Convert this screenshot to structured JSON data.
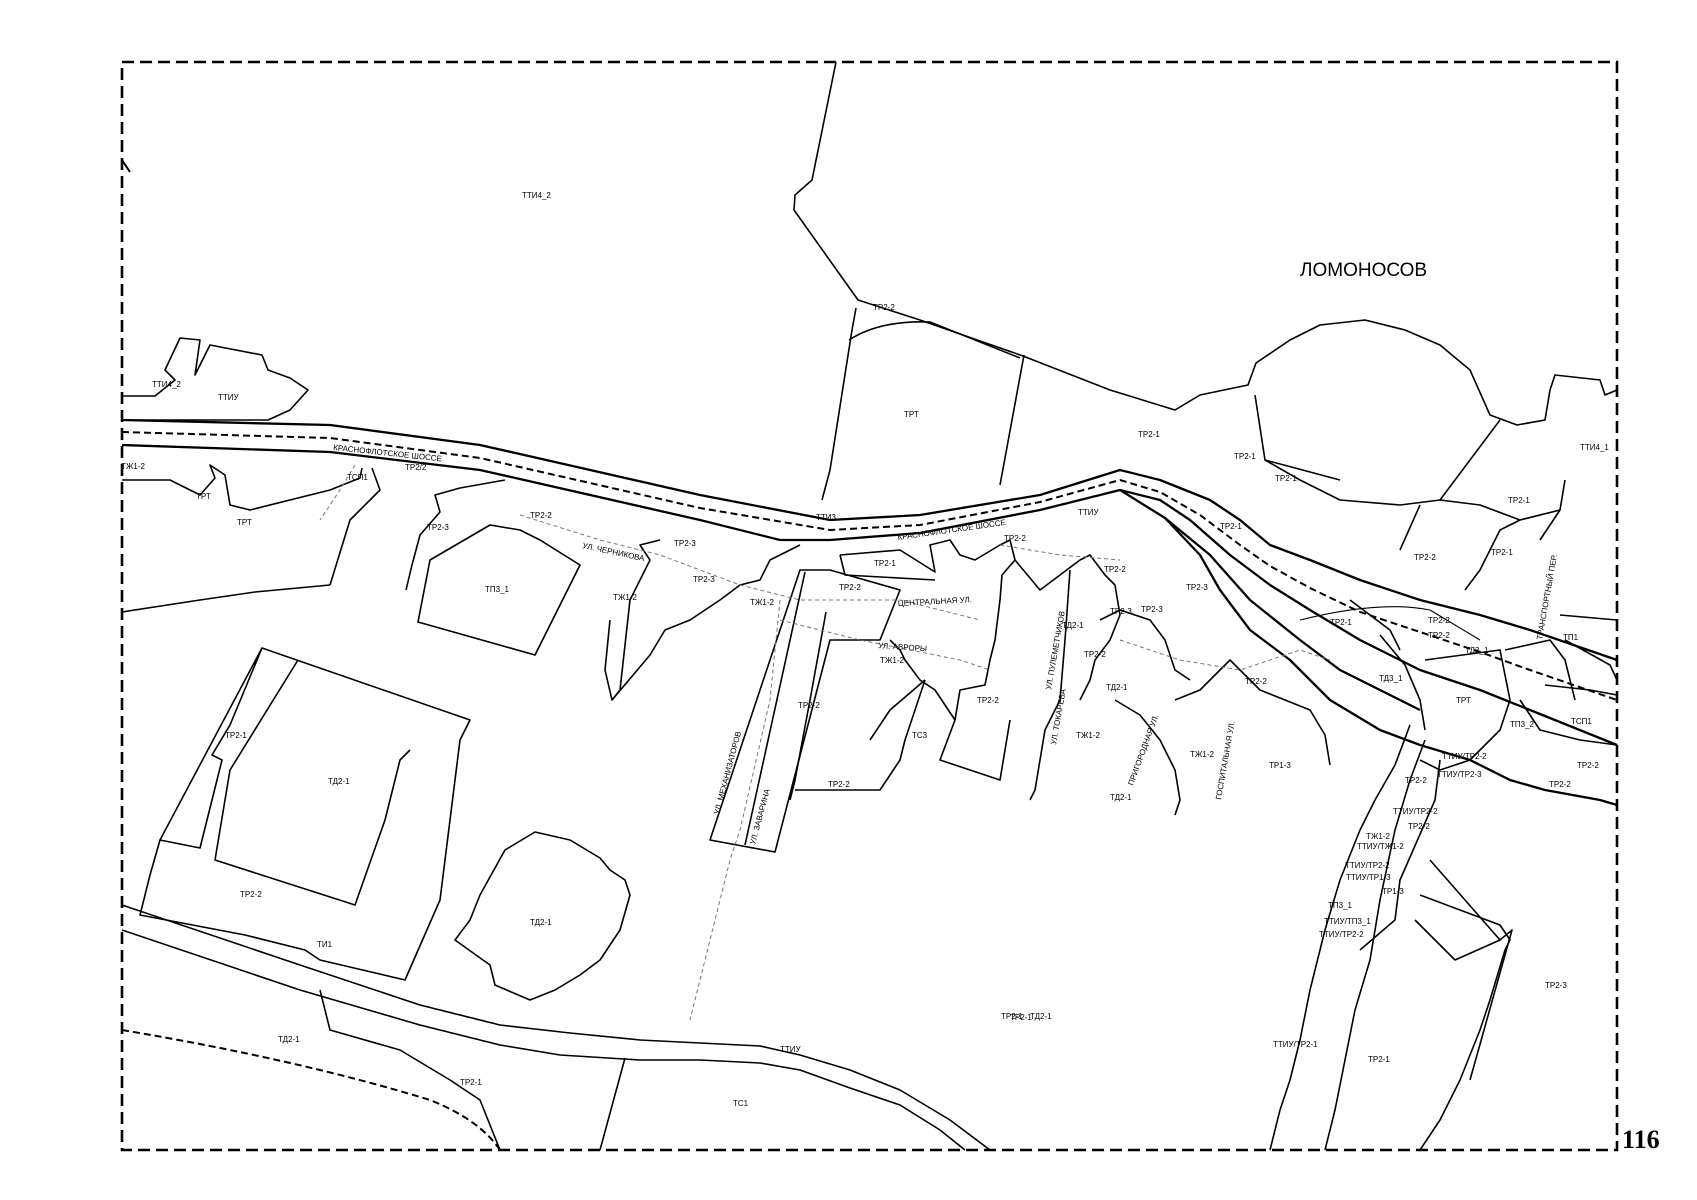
{
  "map": {
    "city_label": "ЛОМОНОСОВ",
    "page_number": "116",
    "zones": [
      {
        "label": "ТТИ4_2"
      },
      {
        "label": "ЛОМОНОСОВ"
      },
      {
        "label": "ТР2-2"
      },
      {
        "label": "ТТИ4_2"
      },
      {
        "label": "ТТИУ"
      },
      {
        "label": "ТРТ"
      },
      {
        "label": "ТР2-1"
      },
      {
        "label": "ТР2-1"
      },
      {
        "label": "ТР2-1"
      },
      {
        "label": "ТТИ4_1"
      },
      {
        "label": "ТЖ1-2"
      },
      {
        "label": "ТСП1"
      },
      {
        "label": "ТР2/2"
      },
      {
        "label": "ТРТ"
      },
      {
        "label": "ТРТ"
      },
      {
        "label": "ТТИ3"
      },
      {
        "label": "ТТИУ"
      },
      {
        "label": "ТР2-1"
      },
      {
        "label": "ТР2-1"
      },
      {
        "label": "ТР2-2"
      },
      {
        "label": "ТР2-3"
      },
      {
        "label": "ТП3_1"
      },
      {
        "label": "ТР2-2"
      },
      {
        "label": "ТР2-3"
      },
      {
        "label": "ТЖ1-2"
      },
      {
        "label": "ТР2-3"
      },
      {
        "label": "ТР2-2"
      },
      {
        "label": "ТЖ1-2"
      },
      {
        "label": "ТР2-1"
      },
      {
        "label": "ТР2-2"
      },
      {
        "label": "ТР2-1"
      },
      {
        "label": "ТР2-2"
      },
      {
        "label": "ТД2-1"
      },
      {
        "label": "ТР2-3"
      },
      {
        "label": "ТР2-3"
      },
      {
        "label": "ТР2-3"
      },
      {
        "label": "ТР2-2"
      },
      {
        "label": "ТД2-1"
      },
      {
        "label": "ТЖ1-2"
      },
      {
        "label": "ТР2-2"
      },
      {
        "label": "ТР2-1"
      },
      {
        "label": "ТР2-2"
      },
      {
        "label": "ТР2-2"
      },
      {
        "label": "ТД3_1"
      },
      {
        "label": "ТП1"
      },
      {
        "label": "ТД3_1"
      },
      {
        "label": "ТРТ"
      },
      {
        "label": "ТП3_2"
      },
      {
        "label": "ТСП1"
      },
      {
        "label": "ТР2-1"
      },
      {
        "label": "ТД2-1"
      },
      {
        "label": "ТР2-2"
      },
      {
        "label": "ТС3"
      },
      {
        "label": "ТР2-2"
      },
      {
        "label": "ТЖ1-2"
      },
      {
        "label": "ТЖ1-2"
      },
      {
        "label": "ТР1-3"
      },
      {
        "label": "ТР2-2"
      },
      {
        "label": "ТТИУ/ТР2-2"
      },
      {
        "label": "ТТИУ/ТР2-3"
      },
      {
        "label": "ТР2-2"
      },
      {
        "label": "ТД2-1"
      },
      {
        "label": "ТР2-2"
      },
      {
        "label": "ТТИУ/ТР2-2"
      },
      {
        "label": "ТР2-2"
      },
      {
        "label": "ТЖ1-2"
      },
      {
        "label": "ТТИУ/ТЖ1-2"
      },
      {
        "label": "ТТИУ/ТР2-2"
      },
      {
        "label": "ТТИУ/ТР1-3"
      },
      {
        "label": "ТР1-3"
      },
      {
        "label": "ТП3_1"
      },
      {
        "label": "ТТИУ/ТП3_1"
      },
      {
        "label": "ТТИУ/ТР2-2"
      },
      {
        "label": "ТР2-1"
      },
      {
        "label": "ТД2-1"
      },
      {
        "label": "ТИ1"
      },
      {
        "label": "ТР2-2"
      },
      {
        "label": "ТД2-1"
      },
      {
        "label": "ТР2-1"
      },
      {
        "label": "ТР2-3"
      },
      {
        "label": "ТТИУ/ТР2-1"
      },
      {
        "label": "ТР2-1"
      },
      {
        "label": "ТД2-1"
      },
      {
        "label": "ТР2-1"
      },
      {
        "label": "ТТИУ"
      },
      {
        "label": "ТС1"
      },
      {
        "label": "ТР2-2"
      }
    ],
    "streets": [
      {
        "name": "КРАСНОФЛОТСКОЕ ШОССЕ"
      },
      {
        "name": "КРАСНОФЛОТСКОЕ ШОССЕ"
      },
      {
        "name": "УЛ. ЧЕРНИКОВА"
      },
      {
        "name": "ЦЕНТРАЛЬНАЯ УЛ."
      },
      {
        "name": "УЛ. АВРОРЫ"
      },
      {
        "name": "УЛ. ПУЛЕМЕТЧИКОВ"
      },
      {
        "name": "УЛ. ТОКАРЕВА"
      },
      {
        "name": "ПРИГОРОДНАЯ УЛ."
      },
      {
        "name": "ГОСПИТАЛЬНАЯ УЛ."
      },
      {
        "name": "УЛ. МЕХАНИЗАТОРОВ"
      },
      {
        "name": "УЛ. ЗАВАРИНА"
      },
      {
        "name": "ТРАНСПОРТНЫЙ ПЕР."
      }
    ]
  }
}
